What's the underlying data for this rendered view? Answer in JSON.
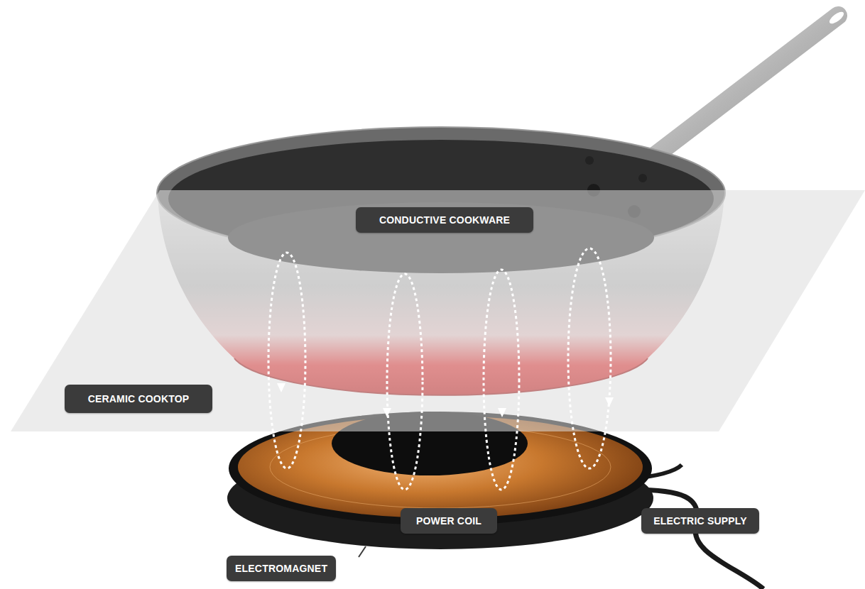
{
  "diagram": {
    "labels": [
      "CONDUCTIVE COOKWARE",
      "CERAMIC COOKTOP",
      "POWER COIL",
      "ELECTRIC SUPPLY",
      "ELECTROMAGNET"
    ]
  }
}
